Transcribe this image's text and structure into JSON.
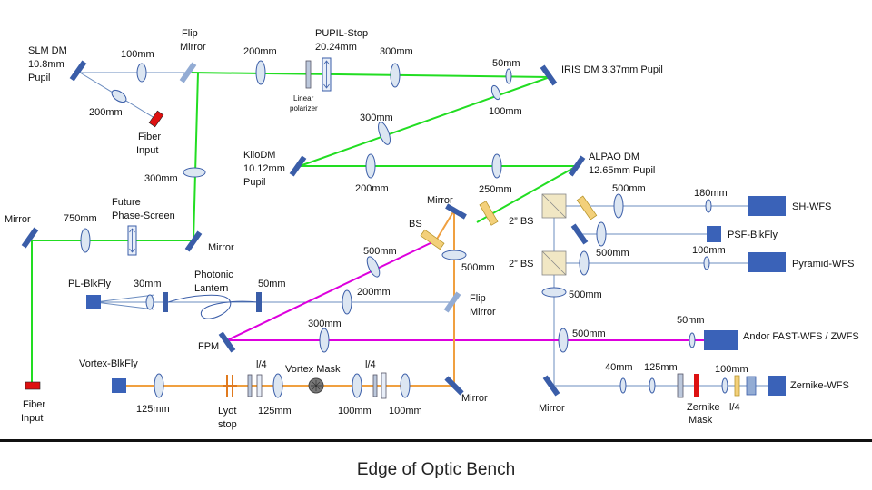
{
  "caption": "Edge of Optic Bench",
  "colors": {
    "green_path": "#22dd22",
    "magenta_path": "#dd00dd",
    "orange_path": "#f0a040",
    "blue_path": "#6b8cbf",
    "mirror": "#3a5da8",
    "lens_fill": "#dce6f2",
    "lens_stroke": "#3a5da8",
    "fiber": "#dd1111",
    "camera": "#3a62b8",
    "beamsplitter": "#f1e7c4",
    "dichroic": "#f3d07a",
    "flip_mirror": "#93acd4"
  },
  "labels": {
    "slm_dm": "SLM DM",
    "slm_dm_size": "10.8mm",
    "slm_dm_pupil": "Pupil",
    "l100_top": "100mm",
    "l200_slm": "200mm",
    "fiber_input_top_1": "Fiber",
    "fiber_input_top_2": "Input",
    "flip_mirror_top_1": "Flip",
    "flip_mirror_top_2": "Mirror",
    "l200_top": "200mm",
    "pupil_stop_1": "PUPIL-Stop",
    "pupil_stop_2": "20.24mm",
    "linear_1": "Linear",
    "linear_2": "polarizer",
    "l300_top": "300mm",
    "l50_iris": "50mm",
    "l100_iris": "100mm",
    "iris_dm": "IRIS DM 3.37mm Pupil",
    "l300_diag": "300mm",
    "kilo_1": "KiloDM",
    "kilo_2": "10.12mm",
    "kilo_3": "Pupil",
    "l200_kilo": "200mm",
    "alpao_1": "ALPAO DM",
    "alpao_2": "12.65mm Pupil",
    "l300_vert": "300mm",
    "l250": "250mm",
    "mirror_bs": "Mirror",
    "future_1": "Future",
    "future_2": "Phase-Screen",
    "mirror_left": "Mirror",
    "l750": "750mm",
    "mirror_mid": "Mirror",
    "bs": "BS",
    "l500_mag": "500mm",
    "l500_orange": "500mm",
    "bs2_top": "2” BS",
    "bs2_bot": "2” BS",
    "l500_sh": "500mm",
    "l180": "180mm",
    "sh_wfs": "SH-WFS",
    "psf_blk": "PSF-BlkFly",
    "l500_psf": "500mm",
    "l100_pyr": "100mm",
    "pyramid": "Pyramid-WFS",
    "l500_below": "500mm",
    "pl_blk": "PL-BlkFly",
    "l30": "30mm",
    "photonic_1": "Photonic",
    "photonic_2": "Lantern",
    "l50_pl": "50mm",
    "l200_pl": "200mm",
    "flip_mid_1": "Flip",
    "flip_mid_2": "Mirror",
    "fpm": "FPM",
    "l300_fpm": "300mm",
    "l500_andor": "500mm",
    "l50_andor": "50mm",
    "andor": "Andor FAST-WFS / ZWFS",
    "vortex_blk": "Vortex-BlkFly",
    "l125_vortex": "125mm",
    "lyot_1": "Lyot",
    "lyot_2": "stop",
    "qwp1": "l/4",
    "l125_lyot": "125mm",
    "vortex_mask": "Vortex Mask",
    "qwp2": "l/4",
    "l100_v1": "100mm",
    "l100_v2": "100mm",
    "mirror_orange": "Mirror",
    "mirror_bottom": "Mirror",
    "l40": "40mm",
    "l125_z": "125mm",
    "l100_z": "100mm",
    "zernike_mask_1": "Zernike",
    "zernike_mask_2": "Mask",
    "qwp_z": "l/4",
    "zernike_wfs": "Zernike-WFS",
    "fiber_input_left_1": "Fiber",
    "fiber_input_left_2": "Input"
  }
}
